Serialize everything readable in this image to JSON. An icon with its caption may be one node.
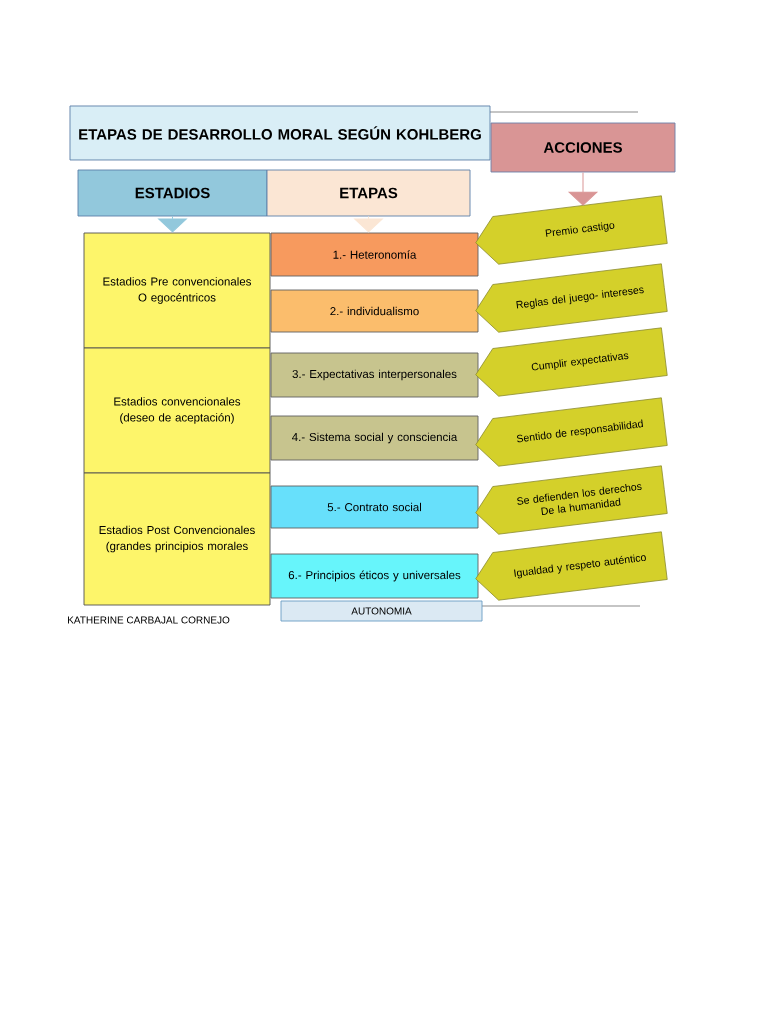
{
  "diagram": {
    "nodes": [
      {
        "text": [
          "ETAPAS DE DESARROLLO MORAL SEGÚN KOHLBERG"
        ]
      },
      {
        "text": [
          "ACCIONES"
        ]
      },
      {
        "text": [
          "ESTADIOS"
        ]
      },
      {
        "text": [
          "ETAPAS"
        ]
      },
      {
        "text": [
          "Estadios Pre convencionales O egocéntricos"
        ]
      },
      {
        "text": [
          "Estadios convencionales (deseo de aceptación)"
        ]
      },
      {
        "text": [
          "Estadios Post Convencionales (grandes principios morales"
        ]
      },
      {
        "text": [
          "1.- Heteronomía"
        ]
      },
      {
        "text": [
          "2.- individualismo"
        ]
      },
      {
        "text": [
          "3.- Expectativas interpersonales"
        ]
      },
      {
        "text": [
          "4.- Sistema social y consciencia"
        ]
      },
      {
        "text": [
          "5.- Contrato social"
        ]
      },
      {
        "text": [
          "6.- Principios éticos y universales"
        ]
      },
      {
        "text": [
          "AUTONOMIA"
        ]
      },
      {
        "text": [
          "Premio castigo"
        ]
      },
      {
        "text": [
          "Reglas del juego- intereses"
        ]
      },
      {
        "text": [
          "Cumplir expectativas"
        ]
      },
      {
        "text": [
          "Sentido de responsabilidad"
        ]
      },
      {
        "text": [
          "Se defienden los derechos De la humanidad"
        ]
      },
      {
        "text": [
          "Igualdad y respeto auténtico"
        ]
      }
    ],
    "edges": [
      {
        "from": 2,
        "to": 4,
        "arrow": "to",
        "color": "#92c8dc"
      },
      {
        "from": 3,
        "to": 7,
        "arrow": "to",
        "color": "#fbe6d4"
      },
      {
        "from": 1,
        "to": 14,
        "arrow": "to",
        "color": "#d99595"
      }
    ],
    "labels": [
      "KATHERINE CARBAJAL CORNEJO"
    ]
  }
}
